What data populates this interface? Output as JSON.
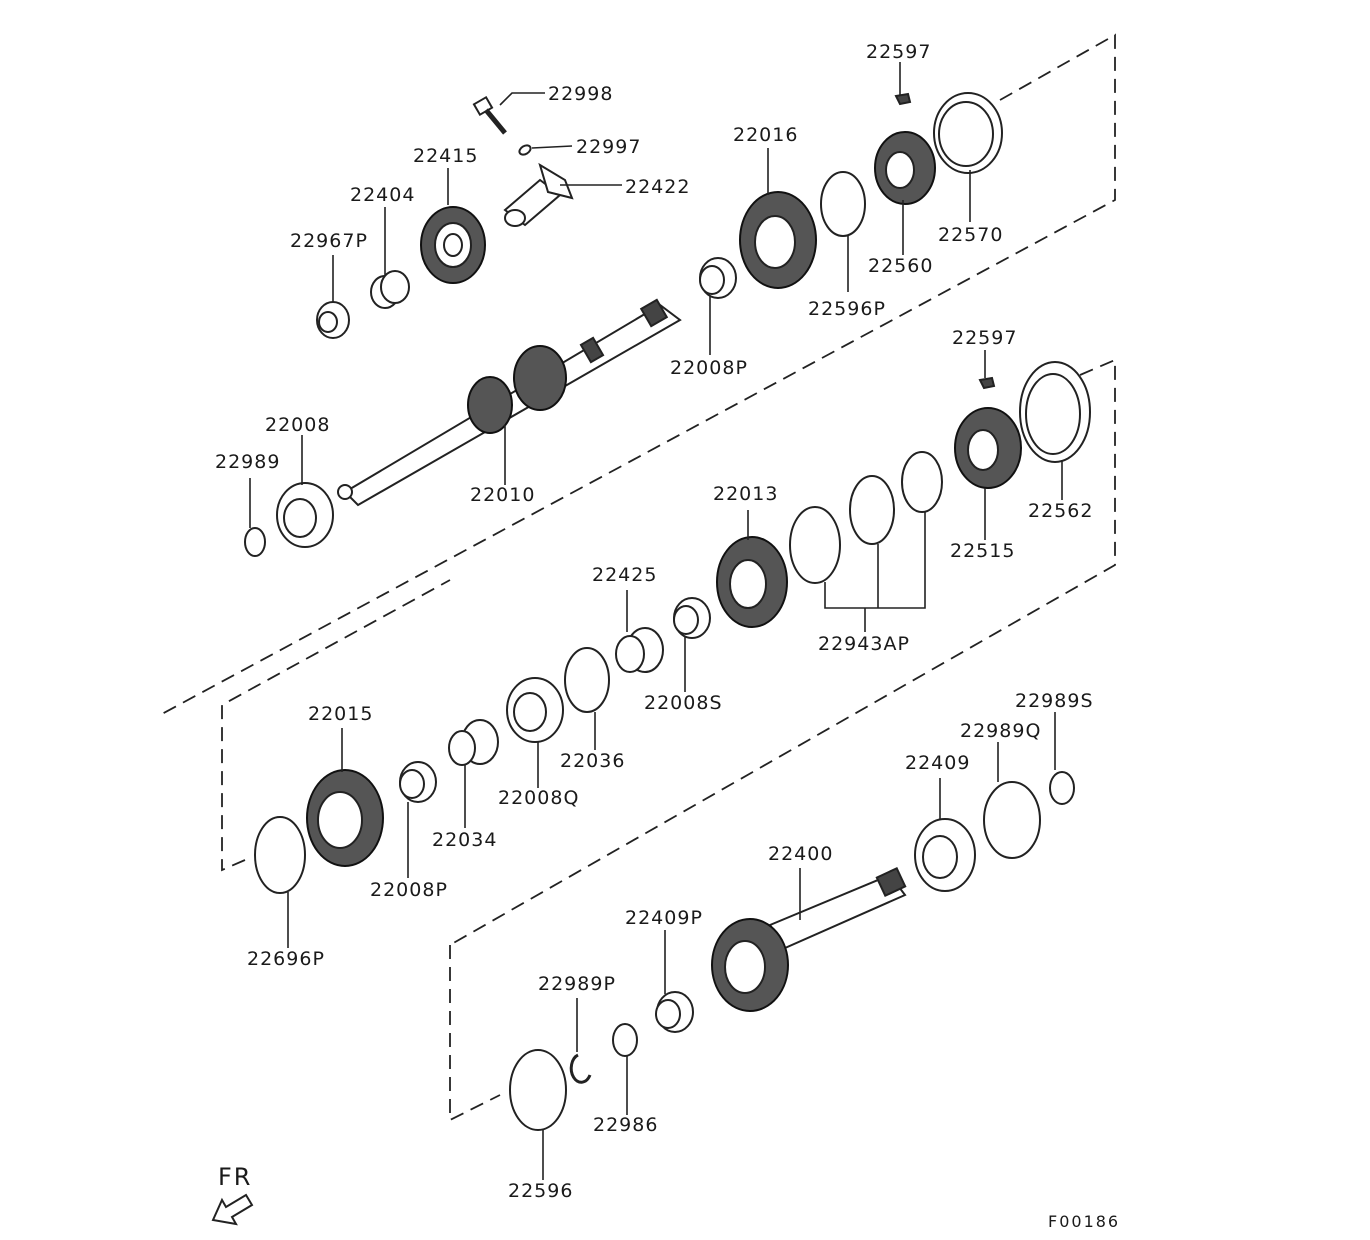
{
  "diagram": {
    "labels": {
      "p22998": "22998",
      "p22997": "22997",
      "p22422": "22422",
      "p22415": "22415",
      "p22404": "22404",
      "p22967P": "22967P",
      "p22597a": "22597",
      "p22016": "22016",
      "p22570": "22570",
      "p22560": "22560",
      "p22596P": "22596P",
      "p22008P": "22008P",
      "p22008": "22008",
      "p22989": "22989",
      "p22010": "22010",
      "p22597b": "22597",
      "p22013": "22013",
      "p22562": "22562",
      "p22515": "22515",
      "p22943AP": "22943AP",
      "p22425": "22425",
      "p22008S": "22008S",
      "p22036": "22036",
      "p22015": "22015",
      "p22008Q": "22008Q",
      "p22034": "22034",
      "p22008BP": "22008P",
      "p22696P": "22696P",
      "p22989S": "22989S",
      "p22989Q": "22989Q",
      "p22409": "22409",
      "p22400": "22400",
      "p22409P": "22409P",
      "p22989P": "22989P",
      "p22986": "22986",
      "p22596": "22596"
    },
    "direction_label": "FR",
    "figure_code": "F00186"
  }
}
